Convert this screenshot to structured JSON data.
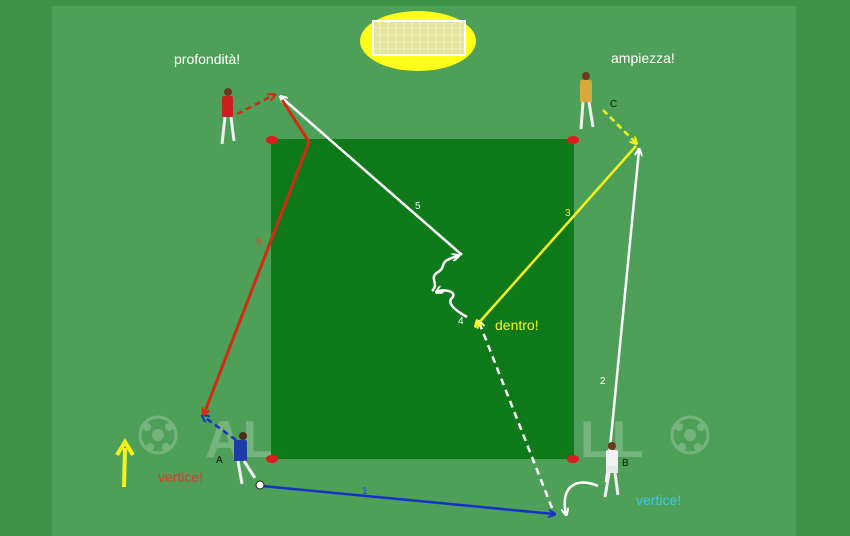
{
  "labels": {
    "depth": "profondità!",
    "width": "ampiezza!",
    "inside": "dentro!",
    "vertex_left": "vertice!",
    "vertex_right": "vertice!"
  },
  "players": {
    "a": "A",
    "b": "B",
    "c": "C"
  },
  "numbers": {
    "n1": "1",
    "n2": "2",
    "n3": "3",
    "n4": "4",
    "n5": "5",
    "n6": "6"
  },
  "watermark": {
    "left": "AL",
    "right": "LL"
  },
  "colors": {
    "field_outer": "#3a9444",
    "field_inner": "#4e9f58",
    "square": "#0f7a1a",
    "pass_blue": "#1830c8",
    "pass_white": "#ffffff",
    "pass_yellow": "#f4f41c",
    "pass_red": "#d42a10",
    "cone": "#dd1c1c",
    "label_vertex_left": "#e8322a",
    "label_vertex_right": "#40c8e8",
    "label_inside": "#f4f41c"
  }
}
